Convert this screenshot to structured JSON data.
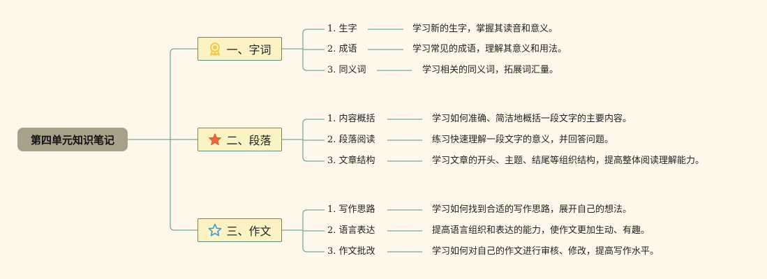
{
  "title": "第四单元知识笔记",
  "colors": {
    "background": "#fdf8e9",
    "root_fill": "#a8a08a",
    "branch_fill": "#fbf3c4",
    "branch_border": "#5b8f7a",
    "connector": "#7aa89a",
    "icon_medal": "#f2c94c",
    "icon_star_filled": "#e8693c",
    "icon_star_outline": "#3a9bd8"
  },
  "branches": [
    {
      "label": "一、字词",
      "icon": "medal-icon",
      "items": [
        {
          "label": "1. 生字",
          "desc": "学习新的生字，掌握其读音和意义。"
        },
        {
          "label": "2. 成语",
          "desc": "学习常见的成语，理解其意义和用法。"
        },
        {
          "label": "3. 同义词",
          "desc": "学习相关的同义词，拓展词汇量。"
        }
      ]
    },
    {
      "label": "二、段落",
      "icon": "star-filled-icon",
      "items": [
        {
          "label": "1. 内容概括",
          "desc": "学习如何准确、简洁地概括一段文字的主要内容。"
        },
        {
          "label": "2. 段落阅读",
          "desc": "练习快速理解一段文字的意义，并回答问题。"
        },
        {
          "label": "3. 文章结构",
          "desc": "学习文章的开头、主题、结尾等组织结构，提高整体阅读理解能力。"
        }
      ]
    },
    {
      "label": "三、作文",
      "icon": "star-outline-icon",
      "items": [
        {
          "label": "1. 写作思路",
          "desc": "学习如何找到合适的写作思路，展开自己的想法。"
        },
        {
          "label": "2. 语言表达",
          "desc": "提高语言组织和表达的能力，使作文更加生动、有趣。"
        },
        {
          "label": "3. 作文批改",
          "desc": "学习如何对自己的作文进行审核、修改，提高写作水平。"
        }
      ]
    }
  ]
}
